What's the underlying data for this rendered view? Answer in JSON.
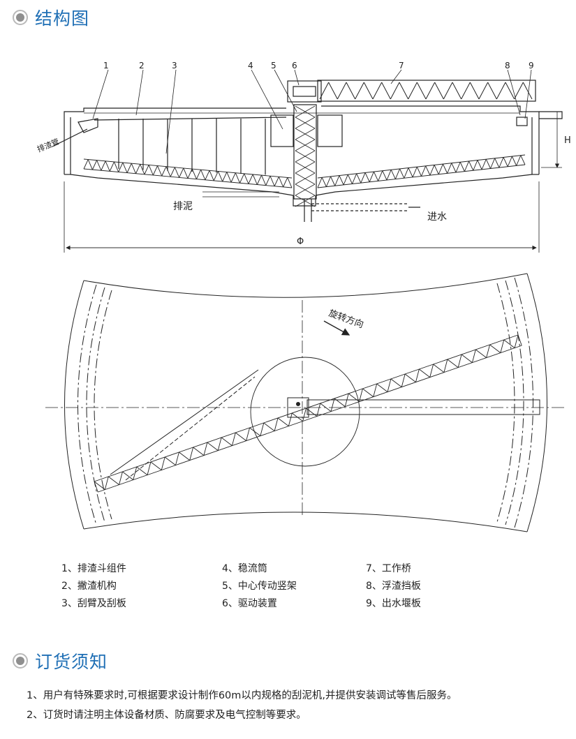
{
  "section1": {
    "title": "结构图"
  },
  "section2": {
    "title": "订货须知"
  },
  "diagram_labels": {
    "numbers": [
      "1",
      "2",
      "3",
      "4",
      "5",
      "6",
      "7",
      "8",
      "9"
    ],
    "slag_pipe": "排渣管",
    "sludge": "排泥",
    "inlet": "进水",
    "height": "H",
    "diameter": "Φ",
    "rotation": "旋转方向"
  },
  "legend": [
    [
      "1、排渣斗组件",
      "4、稳流筒",
      "7、工作桥"
    ],
    [
      "2、撇渣机构",
      "5、中心传动竖架",
      "8、浮渣挡板"
    ],
    [
      "3、刮臂及刮板",
      "6、驱动装置",
      "9、出水堰板"
    ]
  ],
  "order_notes": [
    "1、用户有特殊要求时,可根据要求设计制作60m以内规格的刮泥机,并提供安装调试等售后服务。",
    "2、订货时请注明主体设备材质、防腐要求及电气控制等要求。"
  ]
}
